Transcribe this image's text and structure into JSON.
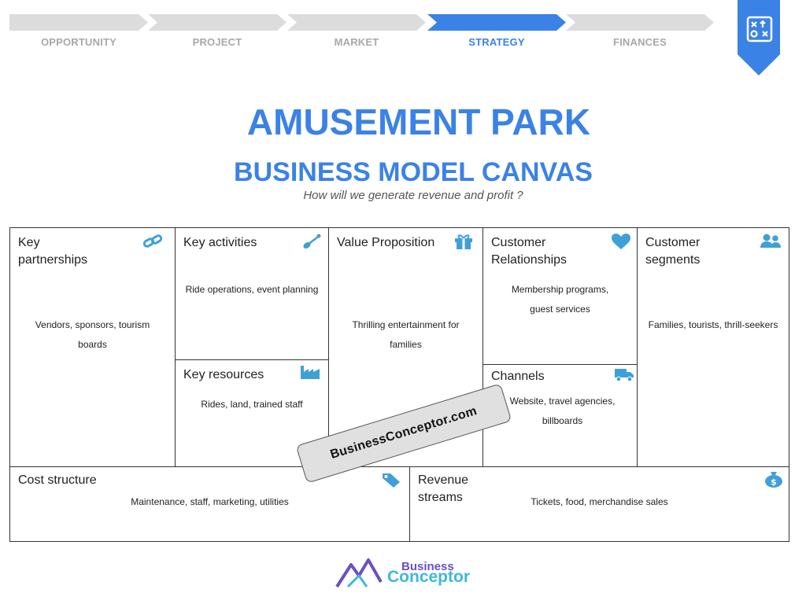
{
  "steps": [
    {
      "label": "OPPORTUNITY",
      "active": false
    },
    {
      "label": "PROJECT",
      "active": false
    },
    {
      "label": "MARKET",
      "active": false
    },
    {
      "label": "STRATEGY",
      "active": true
    },
    {
      "label": "FINANCES",
      "active": false
    }
  ],
  "bookmark": {
    "icon": "strategy-board-icon"
  },
  "header": {
    "title": "AMUSEMENT PARK",
    "subtitle": "BUSINESS MODEL CANVAS",
    "question": "How will we generate revenue and profit ?"
  },
  "canvas": {
    "key_partnerships": {
      "title": "Key partnerships",
      "text": "Vendors, sponsors, tourism boards",
      "icon": "link-icon"
    },
    "key_activities": {
      "title": "Key activities",
      "text": "Ride operations, event planning",
      "icon": "shovel-icon"
    },
    "key_resources": {
      "title": "Key resources",
      "text": "Rides, land, trained staff",
      "icon": "factory-icon"
    },
    "value_proposition": {
      "title": "Value Proposition",
      "text": "Thrilling entertainment for families",
      "icon": "gift-icon"
    },
    "customer_relationships": {
      "title": "Customer Relationships",
      "text": "Membership programs, guest services",
      "icon": "heart-icon"
    },
    "channels": {
      "title": "Channels",
      "text": "Website, travel agencies, billboards",
      "icon": "truck-icon"
    },
    "customer_segments": {
      "title": "Customer segments",
      "text": "Families, tourists, thrill-seekers",
      "icon": "users-icon"
    },
    "cost_structure": {
      "title": "Cost structure",
      "text": "Maintenance, staff, marketing, utilities",
      "icon": "tag-icon"
    },
    "revenue_streams": {
      "title": "Revenue streams",
      "text": "Tickets, food, merchandise sales",
      "icon": "money-bag-icon"
    }
  },
  "watermark": "BusinessConceptor.com",
  "footer": {
    "logo_line1": "Business",
    "logo_line2": "Conceptor"
  },
  "colors": {
    "accent": "#3b82e6",
    "inactive": "#dcdcdc",
    "logo_purple": "#6a4fc4",
    "logo_cyan": "#3fb8d8"
  }
}
